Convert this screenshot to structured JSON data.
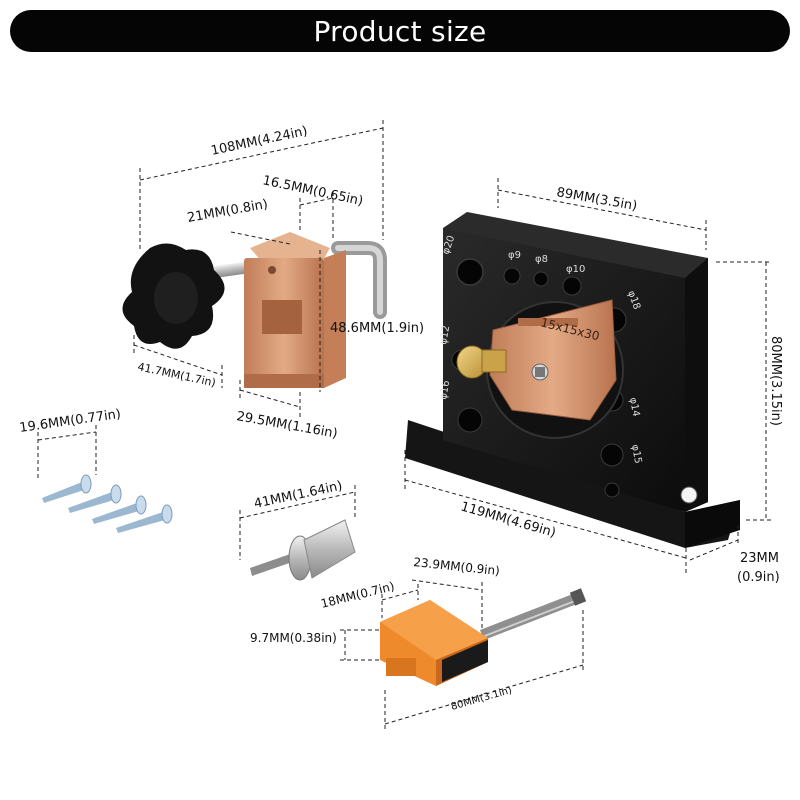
{
  "header": {
    "title": "Product size"
  },
  "jig": {
    "width": "89MM(3.5in)",
    "height": "80MM(3.15in)",
    "length": "119MM(4.69in)",
    "depth_value": "23MM",
    "depth_inch": "(0.9in)",
    "center_label": "15x15x30",
    "hole_labels": {
      "h20": "φ20",
      "h9": "φ9",
      "h8": "φ8",
      "h10": "φ10",
      "h18": "φ18",
      "h12": "φ12",
      "h16": "φ16",
      "h14": "φ14",
      "h15": "φ15"
    }
  },
  "clamp": {
    "overall": "108MM(4.24in)",
    "slot": "16.5MM(0.65in)",
    "block_width": "21MM(0.8in)",
    "height": "48.6MM(1.9in)",
    "knob": "41.7MM(1.7in)",
    "base": "29.5MM(1.16in)"
  },
  "screws": {
    "length": "19.6MM(0.77in)"
  },
  "bit": {
    "length": "41MM(1.64in)"
  },
  "hex_key": {
    "handle_width": "18MM(0.7in)",
    "head_length": "23.9MM(0.9in)",
    "thickness": "9.7MM(0.38in)",
    "overall": "80MM(3.1in)"
  },
  "colors": {
    "banner": "#050505",
    "copper": "#d99a74",
    "jig_body": "#1a1a1a",
    "screw": "#a9c4dc",
    "hex_handle": "#ef8a2a"
  }
}
